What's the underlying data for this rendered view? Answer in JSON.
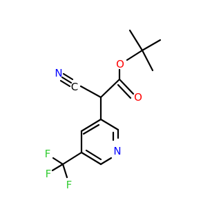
{
  "molecule": {
    "atoms": [
      {
        "id": "o_ester",
        "symbol": "O",
        "color": "#ff0000"
      },
      {
        "id": "o_carbonyl",
        "symbol": "O",
        "color": "#ff0000"
      },
      {
        "id": "n_nitrile",
        "symbol": "N",
        "color": "#0000ff"
      },
      {
        "id": "c_nitrile",
        "symbol": "C",
        "color": "#000000"
      },
      {
        "id": "n_pyridine",
        "symbol": "N",
        "color": "#0000ff"
      },
      {
        "id": "f1",
        "symbol": "F",
        "color": "#33cc33"
      },
      {
        "id": "f2",
        "symbol": "F",
        "color": "#33cc33"
      },
      {
        "id": "f3",
        "symbol": "F",
        "color": "#33cc33"
      }
    ]
  },
  "colors": {
    "bond": "#000000",
    "oxygen": "#ff0000",
    "nitrogen": "#0000ff",
    "fluorine": "#33cc33",
    "carbon": "#000000"
  }
}
